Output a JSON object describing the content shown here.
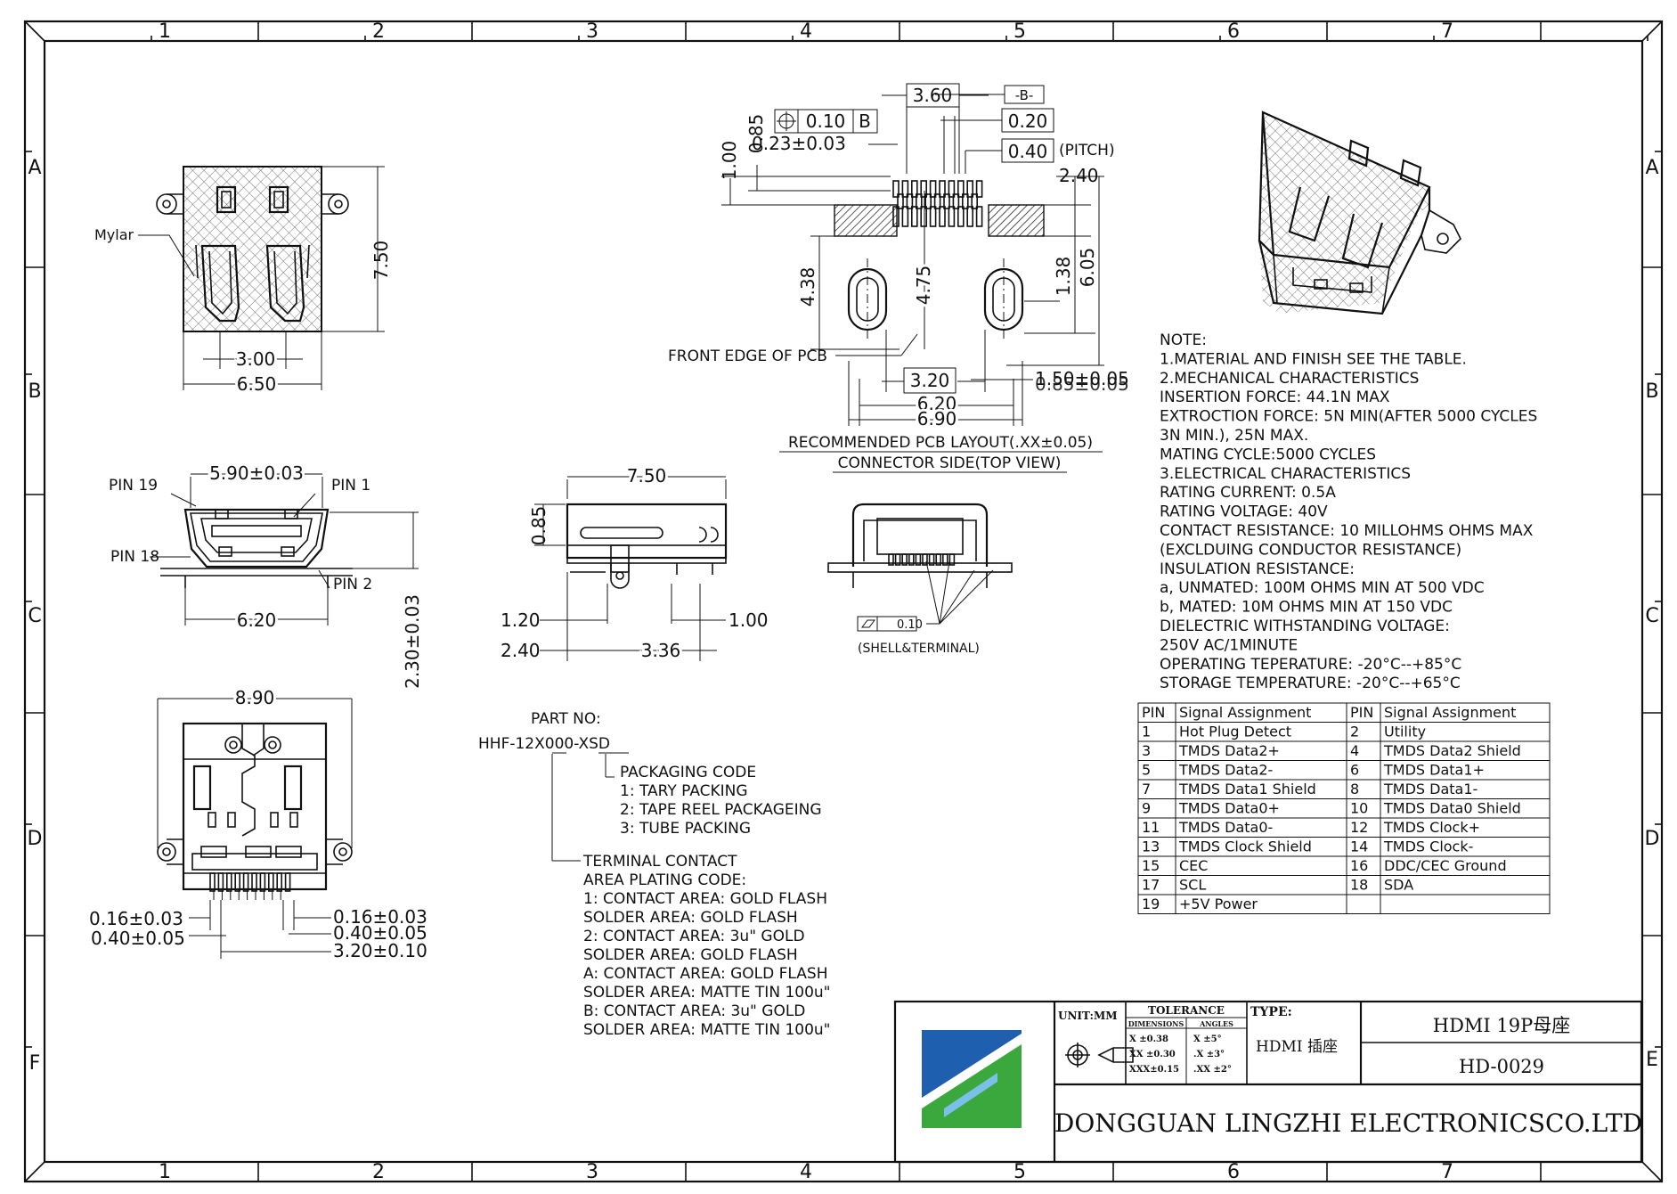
{
  "frame": {
    "top_numbers": [
      "1",
      "2",
      "3",
      "4",
      "5",
      "6",
      "7"
    ],
    "side_letters": [
      "A",
      "B",
      "C",
      "D",
      "E",
      "F"
    ]
  },
  "top_view": {
    "mylar_label": "Mylar",
    "dim_height": "7.50",
    "dim_inner": "3.00",
    "dim_width": "6.50"
  },
  "front_view": {
    "dim_top": "5.90±0.03",
    "pin19": "PIN 19",
    "pin1": "PIN 1",
    "pin18": "PIN 18",
    "pin2": "PIN 2",
    "dim_bottom": "6.20",
    "dim_height": "2.30±0.03"
  },
  "bottom_view": {
    "dim_top": "8.90",
    "left1": "0.16±0.03",
    "left2": "0.40±0.05",
    "right1": "0.16±0.03",
    "right2": "0.40±0.05",
    "right3": "3.20±0.10"
  },
  "side_view": {
    "dim_top": "7.50",
    "dim_v": "0.85",
    "dim_120": "1.20",
    "dim_100": "1.00",
    "dim_240": "2.40",
    "dim_336": "3.36"
  },
  "end_view": {
    "flatness": "0.10",
    "note": "(SHELL&TERMINAL)"
  },
  "pcb_layout": {
    "d360": "3.60",
    "datum_b": "-B-",
    "pos_tol": "0.10",
    "pos_datum": "B",
    "d020": "0.20",
    "d040": "0.40",
    "pitch": "(PITCH)",
    "d085": "0.85",
    "d023": "0.23±0.03",
    "d100": "1.00",
    "d240": "2.40",
    "d438": "4.38",
    "d475": "4.75",
    "d138": "1.38",
    "d605": "6.05",
    "front_edge": "FRONT EDGE OF PCB",
    "d320": "3.20",
    "d150": "1.50±0.05",
    "d085b": "0.85±0.05",
    "d620": "6.20",
    "d690": "6.90",
    "caption1": "RECOMMENDED PCB LAYOUT(.XX±0.05)",
    "caption2": "CONNECTOR SIDE(TOP VIEW)"
  },
  "part_no": {
    "label": "PART NO:",
    "code": "HHF-12X000-XSD",
    "lines": [
      "PACKAGING CODE",
      "1: TARY PACKING",
      "2: TAPE REEL PACKAGEING",
      "3: TUBE PACKING"
    ],
    "lines2": [
      "TERMINAL CONTACT",
      "AREA PLATING CODE:",
      "1: CONTACT AREA: GOLD FLASH",
      "    SOLDER AREA: GOLD FLASH",
      "2: CONTACT AREA: 3u\" GOLD",
      "    SOLDER AREA: GOLD FLASH",
      "A: CONTACT AREA: GOLD FLASH",
      "    SOLDER AREA: MATTE TIN 100u\"",
      "B: CONTACT AREA: 3u\" GOLD",
      "    SOLDER AREA: MATTE TIN 100u\""
    ]
  },
  "notes": [
    "NOTE:",
    "1.MATERIAL AND FINISH SEE THE TABLE.",
    "2.MECHANICAL CHARACTERISTICS",
    "    INSERTION FORCE:   44.1N MAX",
    "    EXTROCTION FORCE: 5N MIN(AFTER 5000 CYCLES",
    "    3N MIN.), 25N MAX.",
    "    MATING CYCLE:5000 CYCLES",
    "3.ELECTRICAL CHARACTERISTICS",
    "    RATING CURRENT: 0.5A",
    "    RATING VOLTAGE: 40V",
    "    CONTACT RESISTANCE: 10 MILLOHMS OHMS MAX",
    "    (EXCLDUING CONDUCTOR RESISTANCE)",
    "    INSULATION RESISTANCE:",
    "        a, UNMATED: 100M OHMS MIN AT 500 VDC",
    "        b, MATED:     10M OHMS MIN AT 150 VDC",
    "    DIELECTRIC WITHSTANDING VOLTAGE:",
    "          250V AC/1MINUTE",
    "    OPERATING TEPERATURE: -20°C--+85°C",
    "    STORAGE TEMPERATURE: -20°C--+65°C"
  ],
  "pin_table": {
    "headers": [
      "PIN",
      "Signal Assignment",
      "PIN",
      "Signal Assignment"
    ],
    "rows": [
      [
        "1",
        "Hot Plug Detect",
        "2",
        "Utility"
      ],
      [
        "3",
        "TMDS Data2+",
        "4",
        "TMDS Data2 Shield"
      ],
      [
        "5",
        "TMDS Data2-",
        "6",
        "TMDS Data1+"
      ],
      [
        "7",
        "TMDS Data1 Shield",
        "8",
        "TMDS Data1-"
      ],
      [
        "9",
        "TMDS Data0+",
        "10",
        "TMDS Data0 Shield"
      ],
      [
        "11",
        "TMDS Data0-",
        "12",
        "TMDS Clock+"
      ],
      [
        "13",
        "TMDS Clock Shield",
        "14",
        "TMDS Clock-"
      ],
      [
        "15",
        "CEC",
        "16",
        "DDC/CEC Ground"
      ],
      [
        "17",
        "SCL",
        "18",
        "SDA"
      ],
      [
        "19",
        "+5V Power",
        "",
        ""
      ]
    ]
  },
  "title_block": {
    "unit": "UNIT:MM",
    "tolerance": "TOLERANCE",
    "dimensions": "DIMENSIONS",
    "angles": "ANGLES",
    "tol_rows": [
      [
        "X  ±0.38",
        "X  ±5°"
      ],
      [
        "XX ±0.30",
        ".X  ±3°"
      ],
      [
        "XXX±0.15",
        ".XX ±2°"
      ]
    ],
    "type_label": "TYPE:",
    "type_value": "HDMI 插座",
    "product": "HDMI 19P母座",
    "drawing_no": "HD-0029",
    "company": "DONGGUAN LINGZHI ELECTRONICSCO.LTD"
  },
  "colors": {
    "logo_blue": "#1f5fb0",
    "logo_green": "#3aa83c",
    "logo_light": "#7ac0e8"
  }
}
